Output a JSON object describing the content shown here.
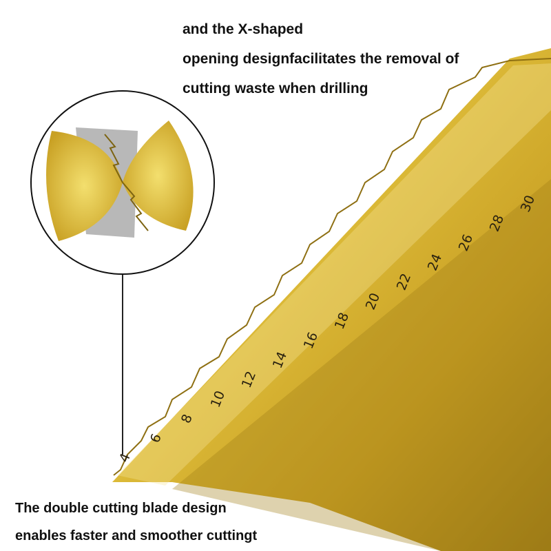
{
  "caption_top": {
    "line1": "and the X-shaped",
    "line2": "opening designfacilitates the removal of",
    "line3": "cutting waste when drilling"
  },
  "caption_bottom": {
    "line1": "The double cutting blade design",
    "line2": "enables faster and smoother cuttingt"
  },
  "step_sizes": [
    "4",
    "6",
    "8",
    "10",
    "12",
    "14",
    "16",
    "18",
    "20",
    "22",
    "24",
    "26",
    "28",
    "30"
  ],
  "colors": {
    "gold": "#d9b52c",
    "gold_light": "#f1de7a",
    "gold_dark": "#a9841a",
    "steel": "#a8a8a8",
    "text": "#111111"
  }
}
